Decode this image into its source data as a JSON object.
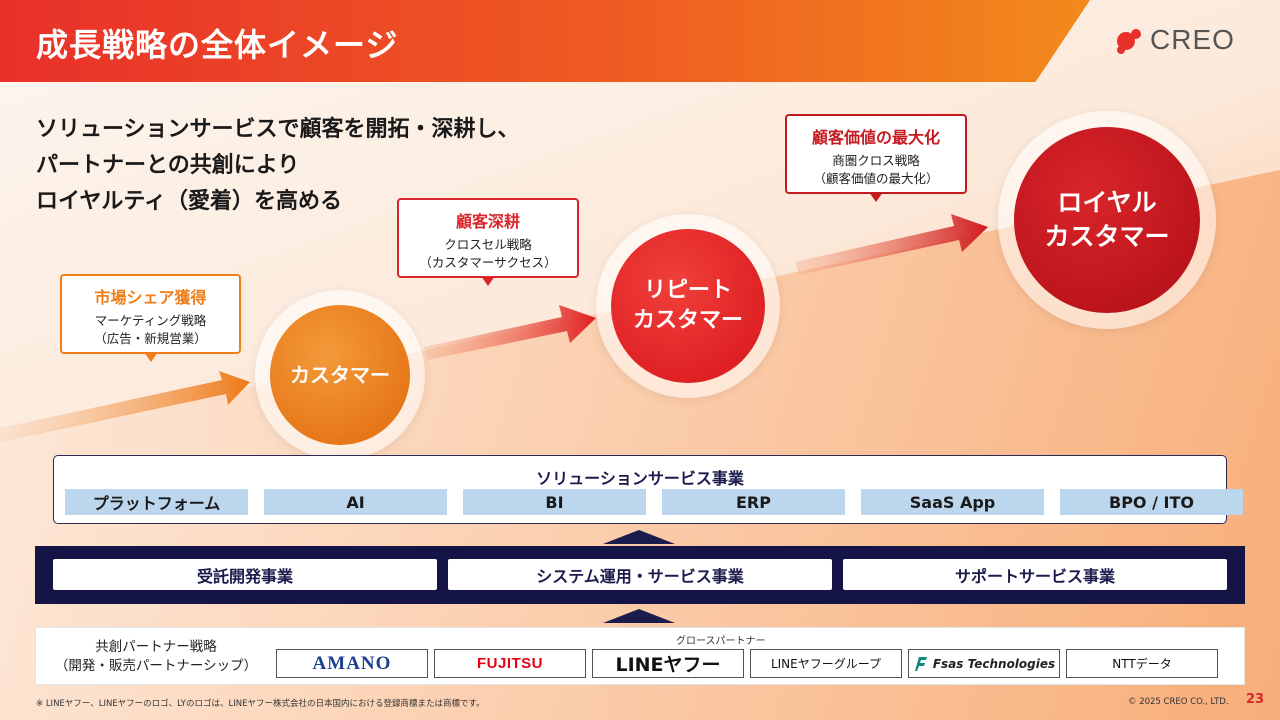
{
  "header": {
    "title": "成長戦略の全体イメージ"
  },
  "logo": {
    "text": "CREO"
  },
  "lead": {
    "lines": [
      "ソリューションサービスで顧客を開拓・深耕し、",
      "パートナーとの共創により",
      "ロイヤルティ（愛着）を高める"
    ]
  },
  "callouts": [
    {
      "title": "市場シェア獲得",
      "sub1": "マーケティング戦略",
      "sub2": "（広告・新規営業）",
      "color": "#ef7d1a"
    },
    {
      "title": "顧客深耕",
      "sub1": "クロスセル戦略",
      "sub2": "（カスタマーサクセス）",
      "color": "#d9262b"
    },
    {
      "title": "顧客価値の最大化",
      "sub1": "商圏クロス戦略",
      "sub2": "（顧客価値の最大化）",
      "color": "#c41a20"
    }
  ],
  "circles": [
    {
      "label": "カスタマー",
      "color": "#e8700f"
    },
    {
      "label": "リピート\nカスタマー",
      "color": "#e01f22"
    },
    {
      "label": "ロイヤル\nカスタマー",
      "color": "#c1111b"
    }
  ],
  "solution": {
    "title": "ソリューションサービス事業",
    "items": [
      "プラットフォーム",
      "AI",
      "BI",
      "ERP",
      "SaaS App",
      "BPO / ITO"
    ]
  },
  "businesses": [
    "受託開発事業",
    "システム運用・サービス事業",
    "サポートサービス事業"
  ],
  "partners": {
    "label1": "共創パートナー戦略",
    "label2": "（開発・販売パートナーシップ）",
    "growth_label": "グロースパートナー",
    "logos": [
      "AMANO",
      "FUJITSU",
      "LINEヤフー",
      "LINEヤフーグループ",
      "Fsas Technologies",
      "NTTデータ"
    ]
  },
  "footer": {
    "note": "※ LINEヤフー、LINEヤフーのロゴ、LYのロゴは、LINEヤフー株式会社の日本国内における登録商標または商標です。",
    "copyright": "© 2025 CREO CO., LTD.",
    "page": "23"
  },
  "colors": {
    "navy": "#141447",
    "orange": "#ef7d1a",
    "red": "#d9262b",
    "light_blue": "#bcd6ee"
  }
}
